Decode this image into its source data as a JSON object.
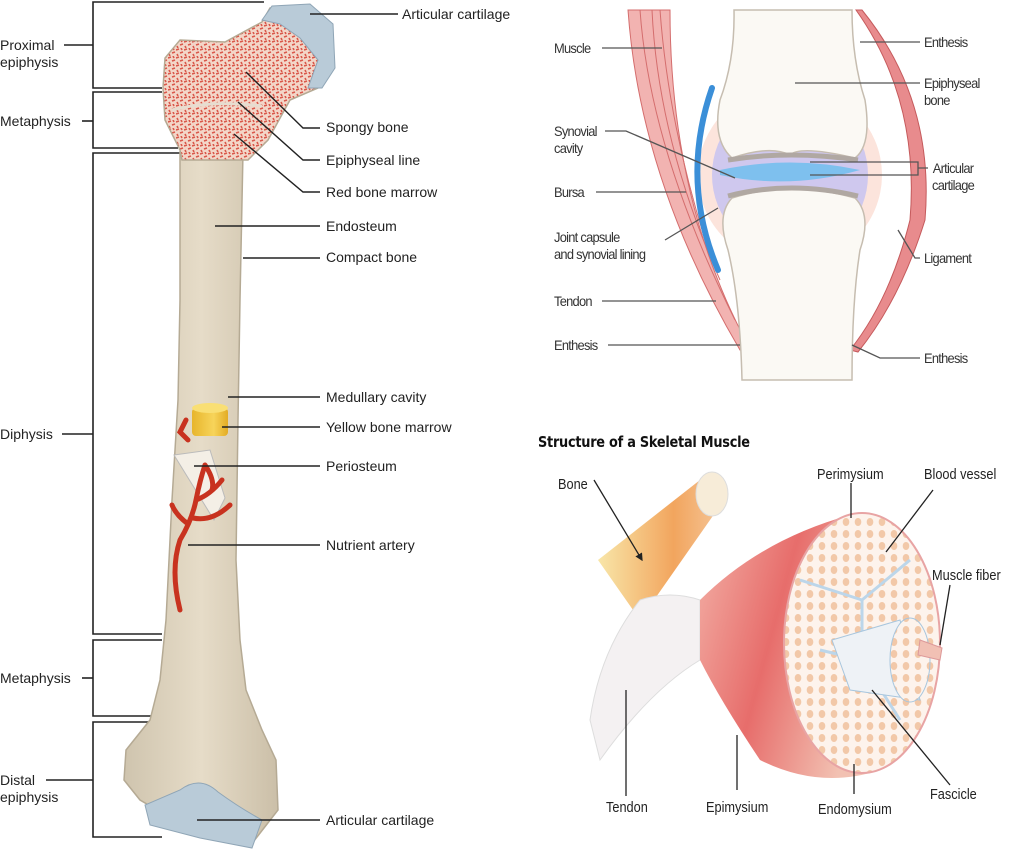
{
  "bone_diagram": {
    "regions": {
      "proximal_epiphysis": "Proximal\nepiphysis",
      "proximal_metaphysis": "Metaphysis",
      "diaphysis": "Diphysis",
      "distal_metaphysis": "Metaphysis",
      "distal_epiphysis": "Distal\nepiphysis"
    },
    "labels": {
      "articular_cartilage_top": "Articular cartilage",
      "spongy_bone": "Spongy bone",
      "epiphyseal_line": "Epiphyseal line",
      "red_bone_marrow": "Red bone marrow",
      "endosteum": "Endosteum",
      "compact_bone": "Compact bone",
      "medullary_cavity": "Medullary cavity",
      "yellow_bone_marrow": "Yellow bone marrow",
      "periosteum": "Periosteum",
      "nutrient_artery": "Nutrient artery",
      "articular_cartilage_bottom": "Articular cartilage"
    }
  },
  "joint_diagram": {
    "labels": {
      "muscle": "Muscle",
      "synovial_cavity": "Synovial\ncavity",
      "bursa": "Bursa",
      "joint_capsule": "Joint capsule\nand synovial lining",
      "tendon": "Tendon",
      "enthesis_left": "Enthesis",
      "enthesis_top_right": "Enthesis",
      "epiphyseal_bone": "Epiphyseal\nbone",
      "articular_cartilage": "Articular\ncartilage",
      "ligament": "Ligament",
      "enthesis_bottom_right": "Enthesis"
    }
  },
  "muscle_diagram": {
    "title": "Structure of a Skeletal Muscle",
    "labels": {
      "bone": "Bone",
      "perimysium": "Perimysium",
      "blood_vessel": "Blood vessel",
      "muscle_fiber": "Muscle fiber",
      "tendon": "Tendon",
      "epimysium": "Epimysium",
      "endomysium": "Endomysium",
      "fascicle": "Fascicle"
    }
  },
  "colors": {
    "bone": "#ddd3c0",
    "cartilage": "#b9cbd8",
    "marrow_red": "#d9574a",
    "marrow_yellow": "#f0c23a",
    "artery": "#c8321f",
    "muscle": "#e57a78",
    "synovial_blue": "#3b8fd8",
    "capsule_purple": "#b6b0e0"
  }
}
